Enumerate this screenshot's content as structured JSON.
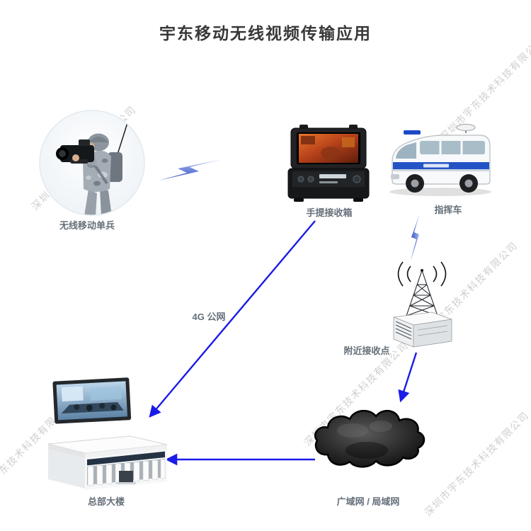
{
  "title": "宇东移动无线视频传输应用",
  "watermark": {
    "text": "深圳市宇东技术科技有限公司"
  },
  "nodes": {
    "soldier": {
      "label": "无线移动单兵"
    },
    "receiver_box": {
      "label": "手提接收箱"
    },
    "command_vehicle": {
      "label": "指挥车"
    },
    "receiving_point": {
      "label": "附近接收点"
    },
    "headquarters": {
      "label": "总部大楼"
    },
    "network_cloud": {
      "label": "广域网 / 局域网"
    }
  },
  "links": {
    "public_4g_label": "4G 公网"
  },
  "colors": {
    "arrow": "#1b1be8",
    "lightning_dark": "#2746c0",
    "lightning_light": "#b8c8f5",
    "label": "#65707a",
    "title": "#383838",
    "watermark": "#cfcfcf"
  }
}
